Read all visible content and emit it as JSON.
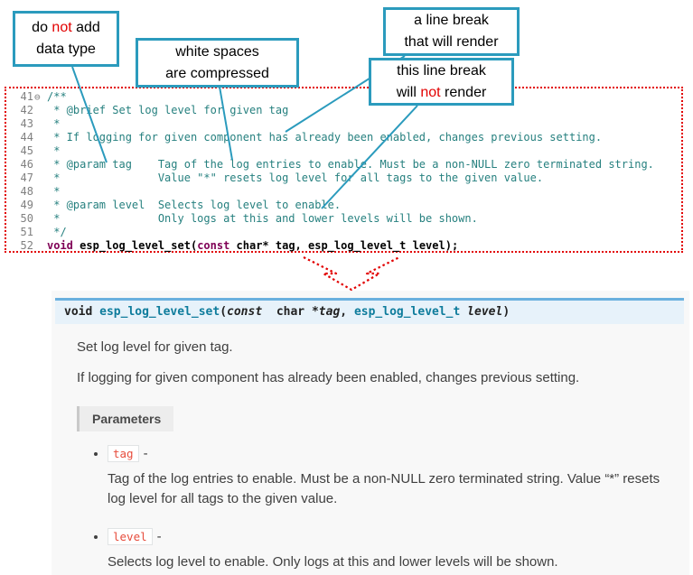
{
  "callouts": {
    "no_datatype": {
      "l1a": "do ",
      "l1b": "not",
      "l1c": " add",
      "l2": "data type"
    },
    "whitespace": {
      "l1": "white spaces",
      "l2": "are  compressed"
    },
    "break_render": {
      "l1": "a line break",
      "l2": "that will render"
    },
    "break_norender": {
      "l1": "this line break",
      "l2a": "will ",
      "l2b": "not",
      "l2c": " render"
    }
  },
  "code": {
    "lines": [
      {
        "num": "41",
        "fold": "⊖",
        "segments": [
          {
            "text": "/**",
            "cls": "c-comment"
          }
        ]
      },
      {
        "num": "42",
        "fold": "",
        "segments": [
          {
            "text": " * @brief Set log level for given tag",
            "cls": "c-comment"
          }
        ]
      },
      {
        "num": "43",
        "fold": "",
        "segments": [
          {
            "text": " *",
            "cls": "c-comment"
          }
        ]
      },
      {
        "num": "44",
        "fold": "",
        "segments": [
          {
            "text": " * If logging for given component has already been enabled, changes previous setting.",
            "cls": "c-comment"
          }
        ]
      },
      {
        "num": "45",
        "fold": "",
        "segments": [
          {
            "text": " *",
            "cls": "c-comment"
          }
        ]
      },
      {
        "num": "46",
        "fold": "",
        "segments": [
          {
            "text": " * @param tag    Tag of the log entries to enable. Must be a non-NULL zero terminated string.",
            "cls": "c-comment"
          }
        ]
      },
      {
        "num": "47",
        "fold": "",
        "segments": [
          {
            "text": " *               Value \"*\" resets log level for all tags to the given value.",
            "cls": "c-comment"
          }
        ]
      },
      {
        "num": "48",
        "fold": "",
        "segments": [
          {
            "text": " *",
            "cls": "c-comment"
          }
        ]
      },
      {
        "num": "49",
        "fold": "",
        "segments": [
          {
            "text": " * @param level  Selects log level to enable.",
            "cls": "c-comment"
          }
        ]
      },
      {
        "num": "50",
        "fold": "",
        "segments": [
          {
            "text": " *               Only logs at this and lower levels will be shown.",
            "cls": "c-comment"
          }
        ]
      },
      {
        "num": "51",
        "fold": "",
        "segments": [
          {
            "text": " */",
            "cls": "c-comment"
          }
        ]
      },
      {
        "num": "52",
        "fold": "",
        "segments": [
          {
            "text": "void",
            "cls": "c-kw"
          },
          {
            "text": " esp_log_level_set(",
            "cls": "c-plain"
          },
          {
            "text": "const",
            "cls": "c-kw"
          },
          {
            "text": " char* tag, esp_log_level_t level);",
            "cls": "c-plain"
          }
        ]
      }
    ]
  },
  "doc": {
    "signature": {
      "ret": "void ",
      "name": "esp_log_level_set",
      "open": "(",
      "kw_const": "const",
      "sep1": "  char *",
      "param1": "tag",
      "sep2": ", ",
      "type2": "esp_log_level_t",
      "sep3": " ",
      "param2": "level",
      "close": ")"
    },
    "p1": "Set log level for given tag.",
    "p2": "If logging for given component has already been enabled, changes previous setting.",
    "parameters_label": "Parameters",
    "params": [
      {
        "name": "tag",
        "dash": "-",
        "desc": "Tag of the log entries to enable. Must be a non-NULL zero terminated string. Value “*” resets log level for all tags to the given value."
      },
      {
        "name": "level",
        "dash": "-",
        "desc": "Selects log level to enable. Only logs at this and lower levels will be shown."
      }
    ]
  },
  "colors": {
    "callout_border": "#2b9bbd",
    "dotted_border_red": "#e20000",
    "comment_teal": "#26807f",
    "keyword_purple": "#7f0055",
    "sig_background": "#e7f2fa",
    "sig_top_border": "#6ab0de",
    "sig_link_teal": "#0e7c9c",
    "literal_red": "#e74c3c",
    "doc_panel_bg": "#f8f8f8"
  }
}
